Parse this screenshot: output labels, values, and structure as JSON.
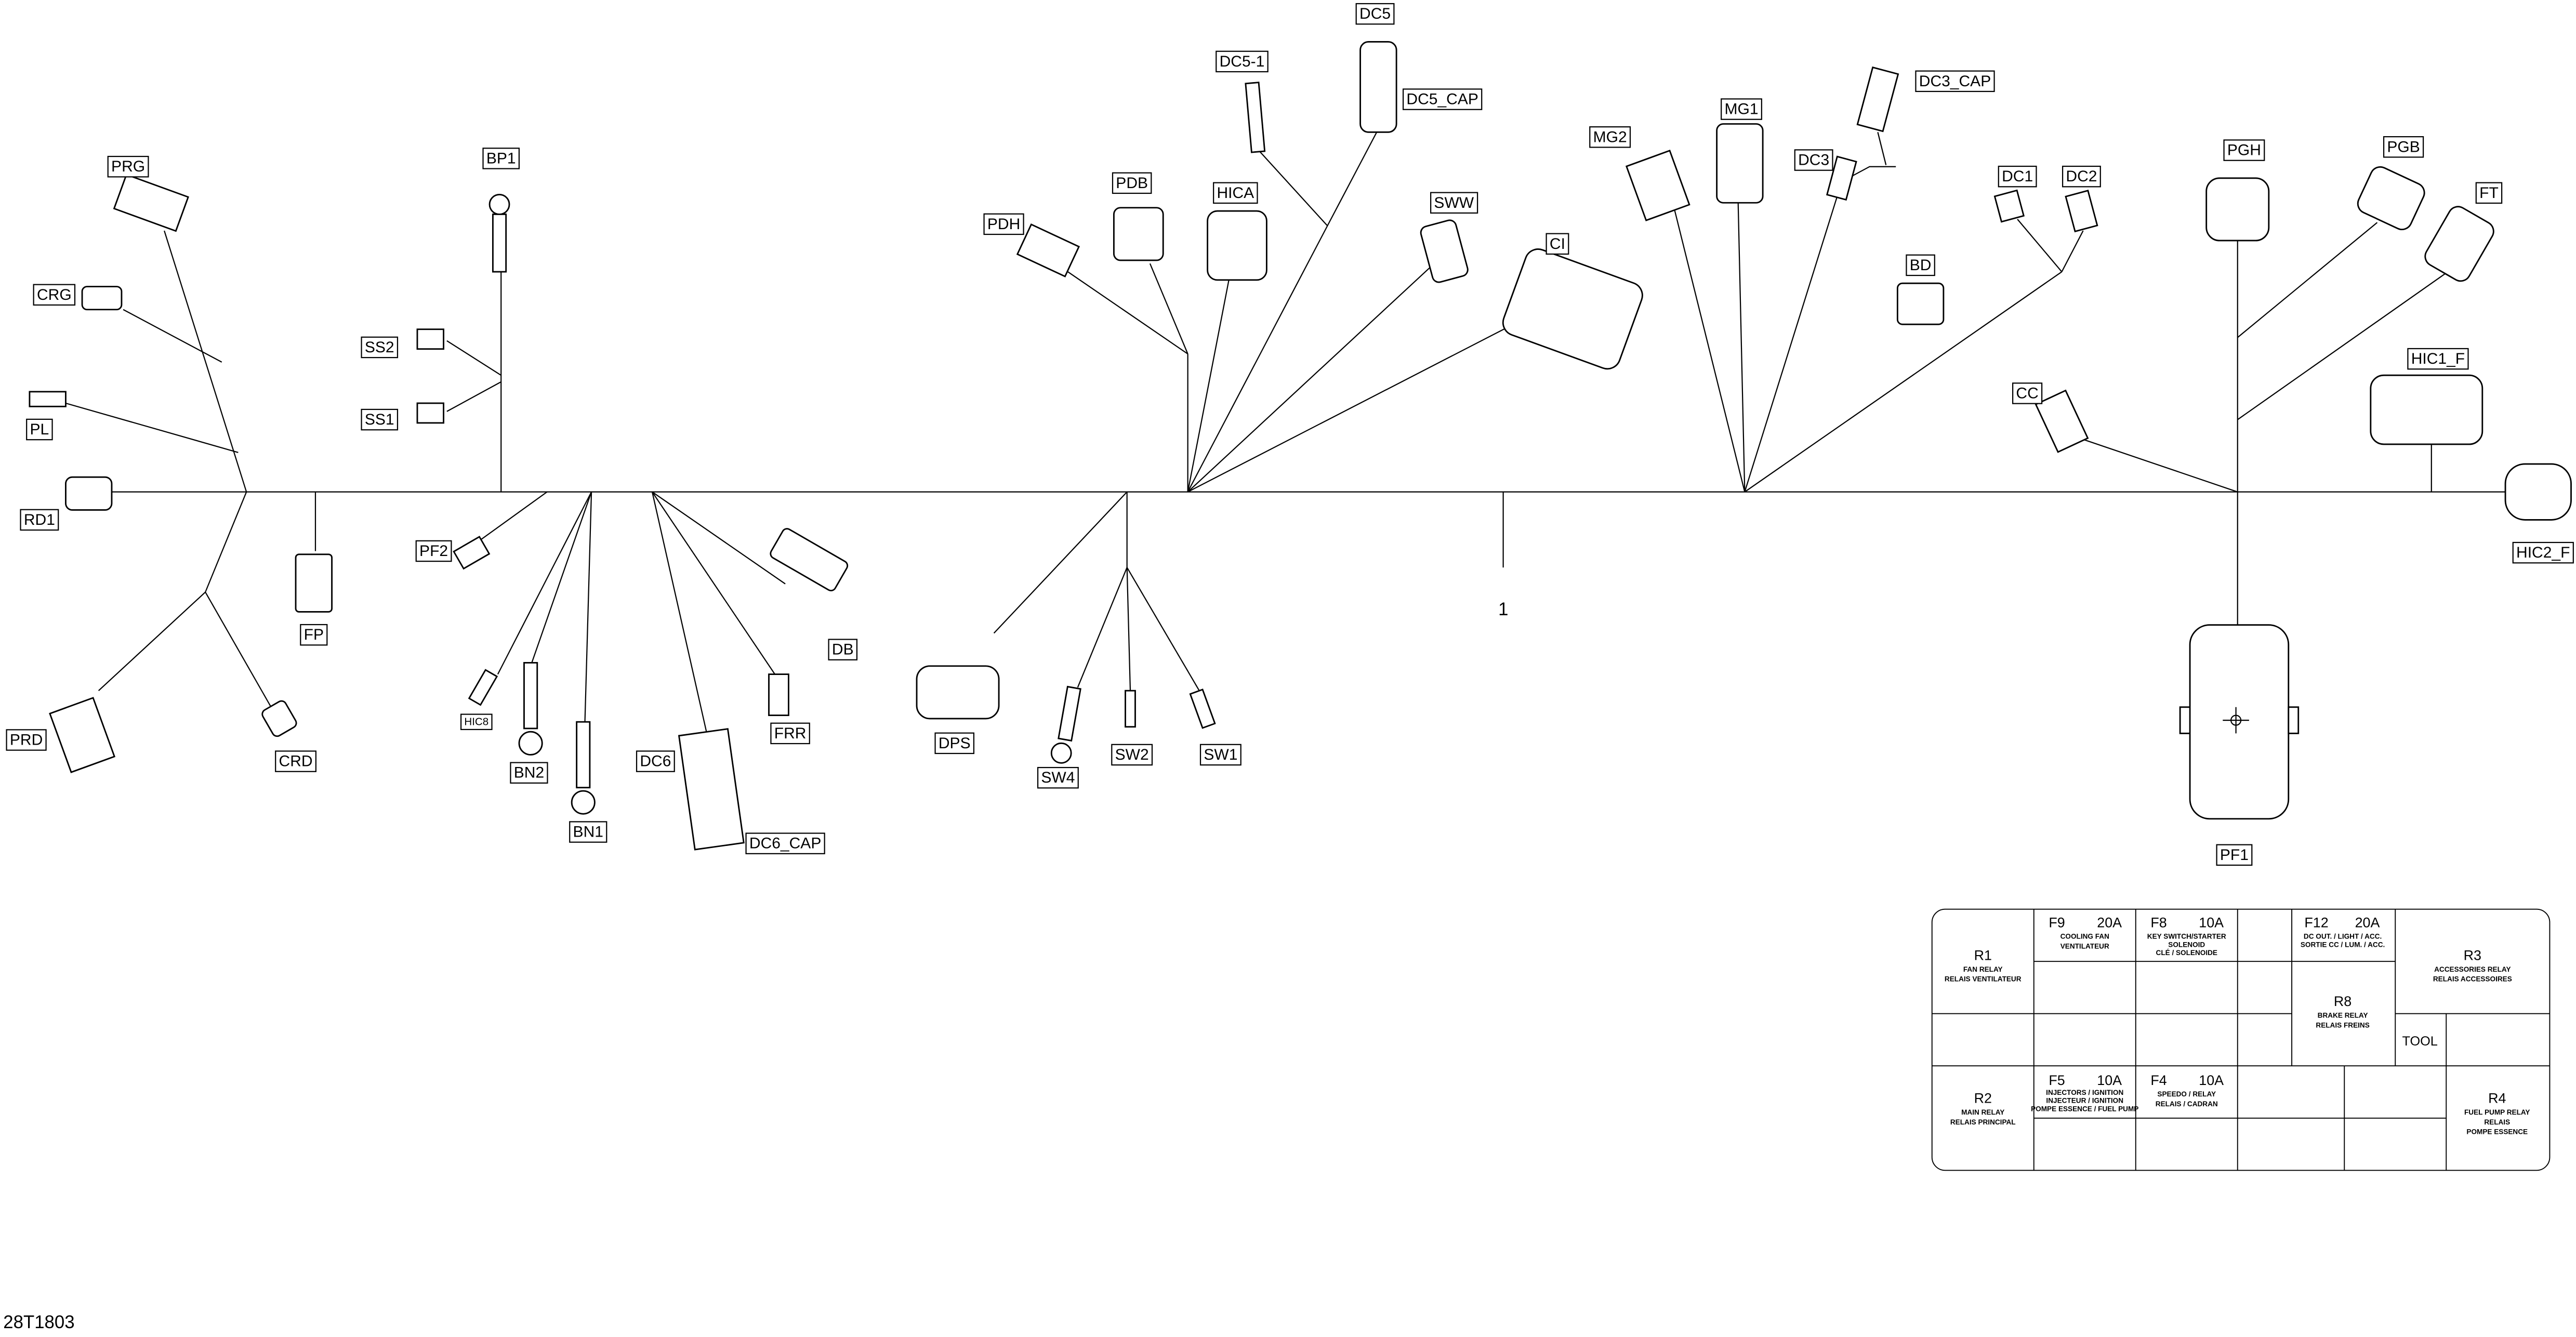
{
  "diagram_ref": "28T1803",
  "harness_item": "1",
  "connectors": [
    "PRG",
    "CRG",
    "PL",
    "RD1",
    "PRD",
    "FP",
    "CRD",
    "BP1",
    "SS2",
    "SS1",
    "PF2",
    "HIC8",
    "BN2",
    "BN1",
    "DC6",
    "DC6_CAP",
    "FRR",
    "DB",
    "DPS",
    "SW4",
    "SW2",
    "SW1",
    "PDH",
    "PDB",
    "HICA",
    "DC5-1",
    "DC5",
    "DC5_CAP",
    "SWW",
    "CI",
    "MG2",
    "MG1",
    "DC3",
    "DC3_CAP",
    "DC1",
    "DC2",
    "BD",
    "CC",
    "PGH",
    "PGB",
    "FT",
    "HIC1_F",
    "HIC2_F",
    "PF1"
  ],
  "fuse_box": {
    "r1": {
      "id": "R1",
      "l1": "FAN RELAY",
      "l2": "RELAIS VENTILATEUR"
    },
    "f9": {
      "id": "F9",
      "amp": "20A",
      "l1": "COOLING FAN",
      "l2": "VENTILATEUR"
    },
    "f8": {
      "id": "F8",
      "amp": "10A",
      "l1": "KEY SWITCH/STARTER",
      "l2": "SOLENOID",
      "l3": "CLÉ / SOLENOIDE"
    },
    "f12": {
      "id": "F12",
      "amp": "20A",
      "l1": "DC OUT. / LIGHT / ACC.",
      "l2": "SORTIE CC / LUM. / ACC."
    },
    "r3": {
      "id": "R3",
      "l1": "ACCESSORIES RELAY",
      "l2": "RELAIS ACCESSOIRES"
    },
    "r8": {
      "id": "R8",
      "l1": "BRAKE RELAY",
      "l2": "RELAIS FREINS"
    },
    "tool": "TOOL",
    "r2": {
      "id": "R2",
      "l1": "MAIN RELAY",
      "l2": "RELAIS PRINCIPAL"
    },
    "f5": {
      "id": "F5",
      "amp": "10A",
      "l1": "INJECTORS / IGNITION",
      "l2": "INJECTEUR / IGNITION",
      "l3": "POMPE ESSENCE / FUEL PUMP"
    },
    "f4": {
      "id": "F4",
      "amp": "10A",
      "l1": "SPEEDO / RELAY",
      "l2": "RELAIS / CADRAN"
    },
    "r4": {
      "id": "R4",
      "l1": "FUEL PUMP  RELAY",
      "l2": "RELAIS",
      "l3": "POMPE ESSENCE"
    }
  }
}
